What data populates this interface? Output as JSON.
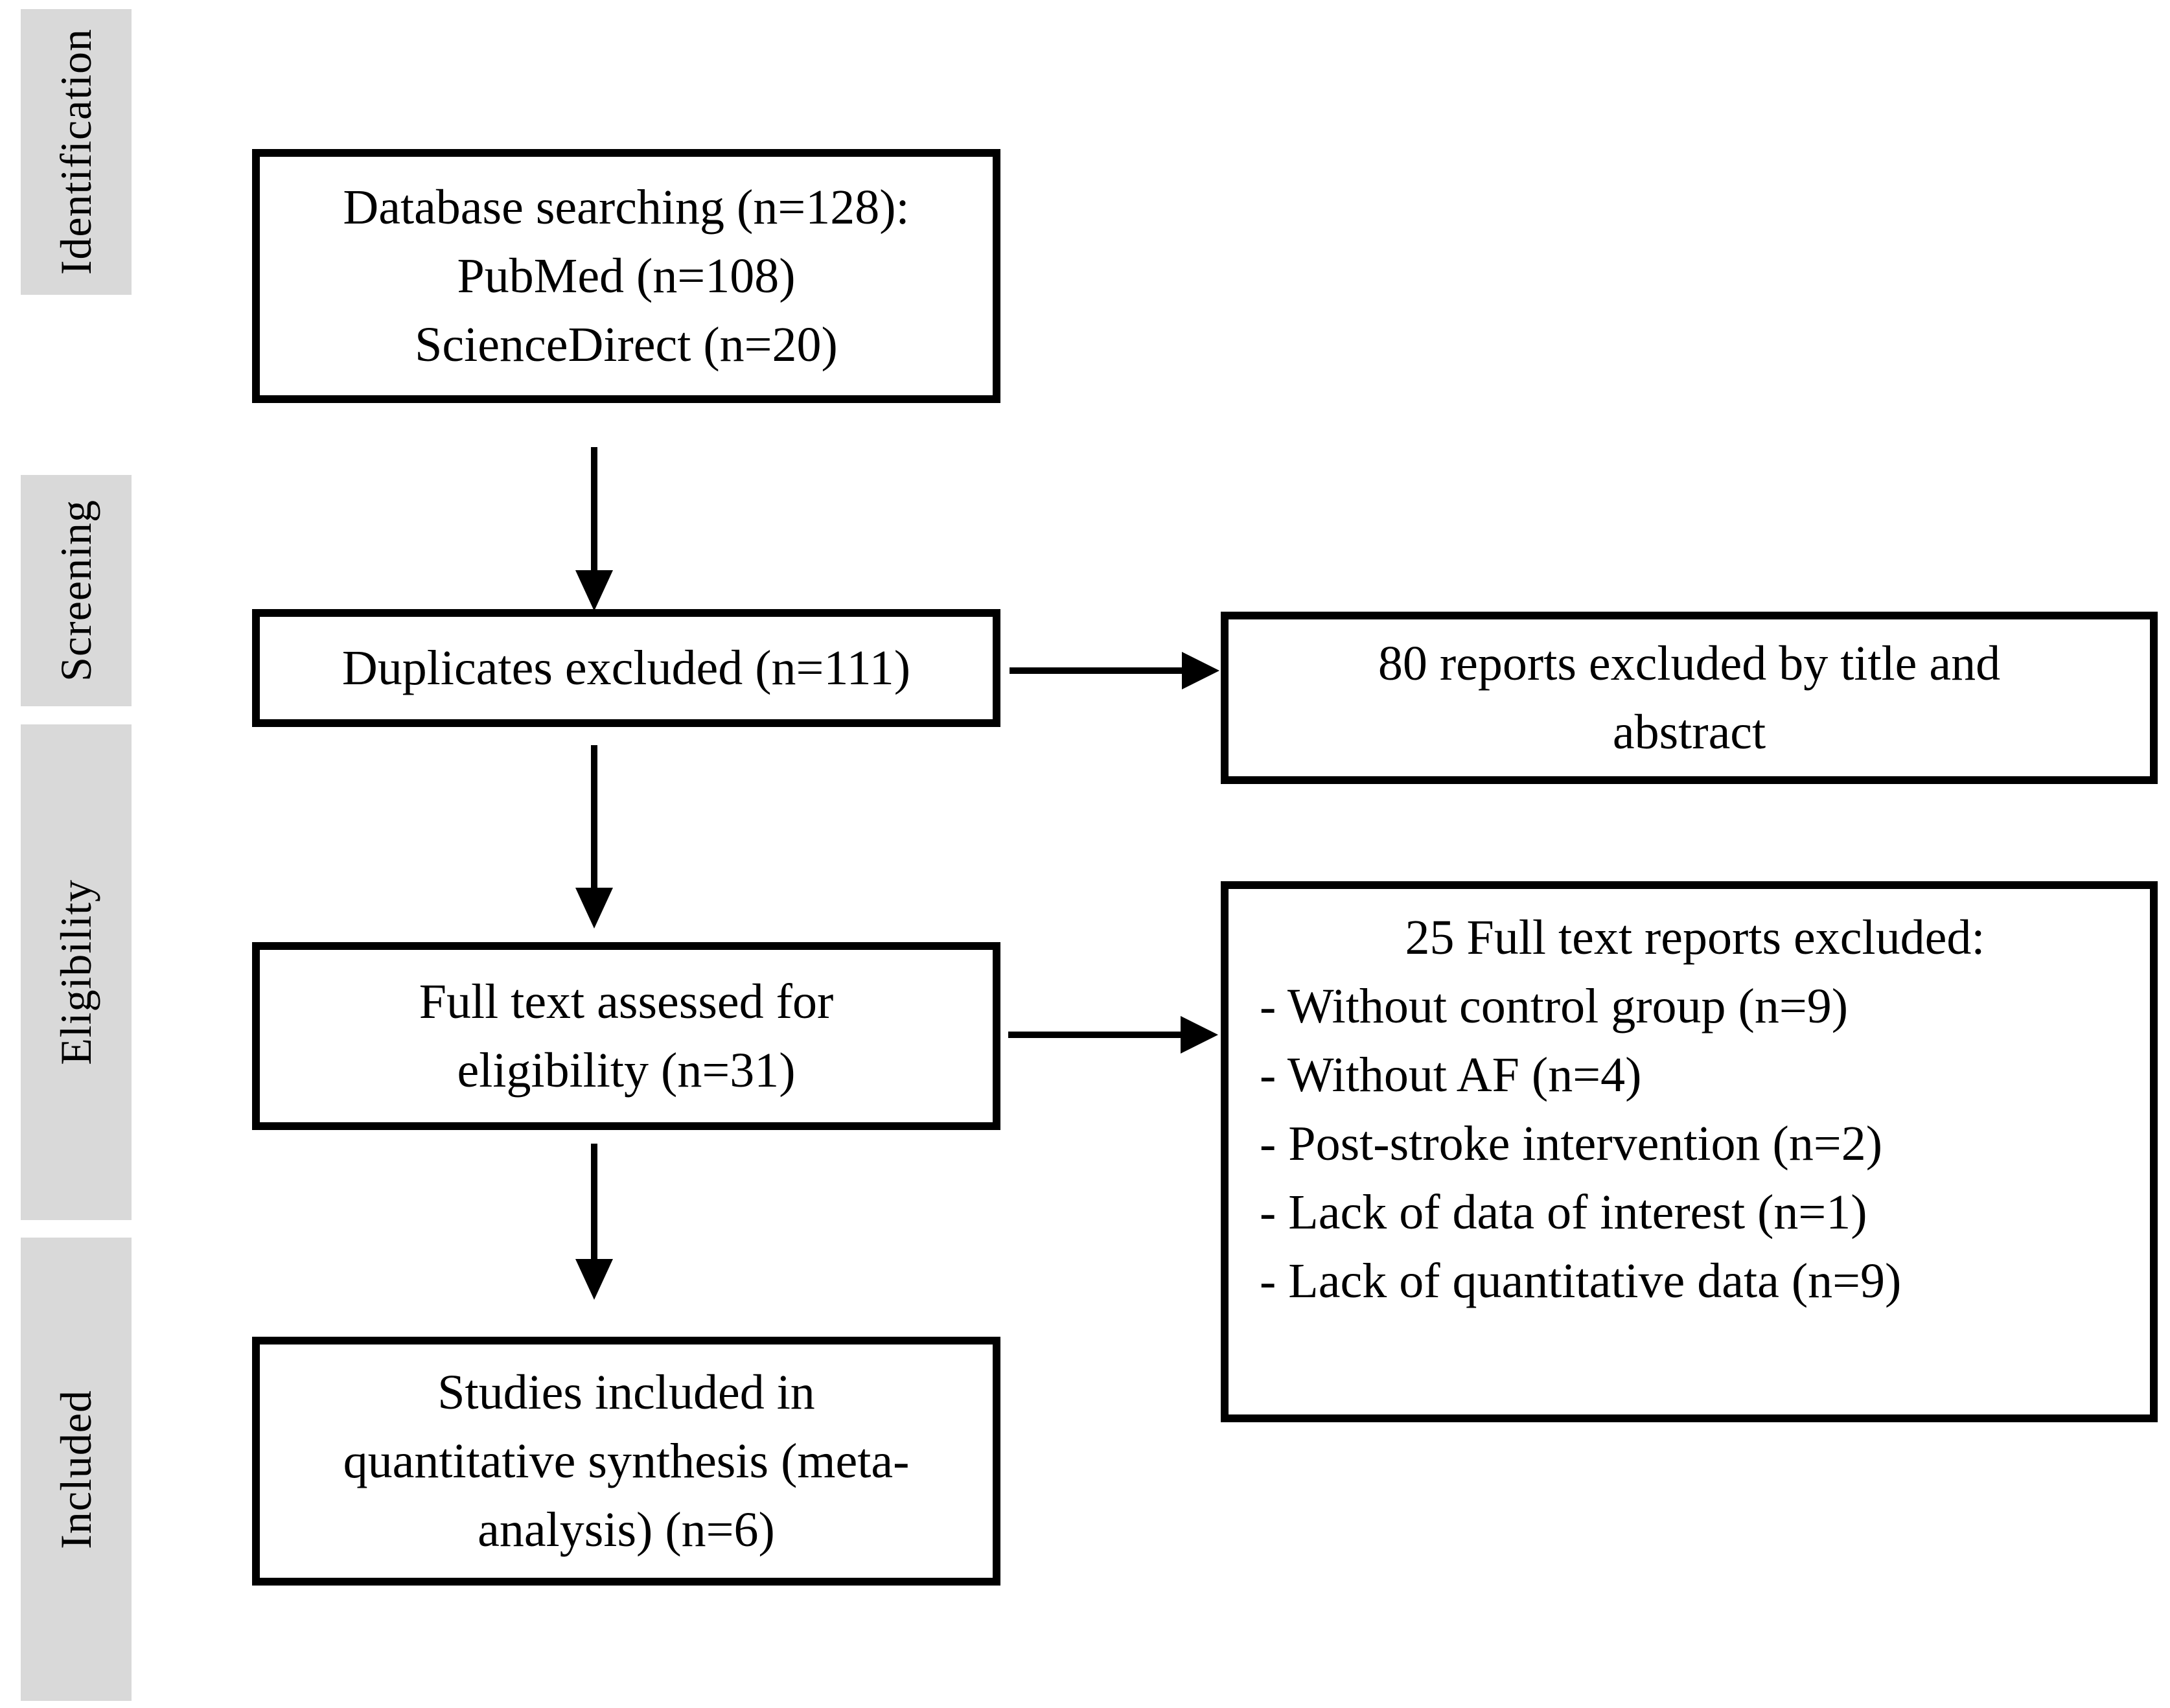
{
  "colors": {
    "stage_background": "#d9d9d9",
    "box_border": "#000000",
    "box_background": "#ffffff",
    "text": "#000000",
    "page_background": "#ffffff"
  },
  "stages": [
    {
      "label": "Identification"
    },
    {
      "label": "Screening"
    },
    {
      "label": "Eligibility"
    },
    {
      "label": "Included"
    }
  ],
  "flow": {
    "database_box": {
      "lines": [
        "Database searching (n=128):",
        "PubMed (n=108)",
        "ScienceDirect (n=20)"
      ]
    },
    "duplicates_box": {
      "lines": [
        "Duplicates excluded (n=111)"
      ]
    },
    "excluded_title_abstract_box": {
      "lines": [
        "80 reports excluded by title and",
        "abstract"
      ]
    },
    "fulltext_box": {
      "lines": [
        "Full text assessed for",
        "eligibility (n=31)"
      ]
    },
    "excluded_fulltext_box": {
      "heading": "25 Full text reports excluded:",
      "items": [
        "- Without control group (n=9)",
        "- Without AF (n=4)",
        "- Post-stroke intervention (n=2)",
        "- Lack of data of interest (n=1)",
        "- Lack of quantitative data (n=9)"
      ]
    },
    "included_box": {
      "lines": [
        "Studies included in",
        "quantitative synthesis (meta-",
        "analysis) (n=6)"
      ]
    }
  }
}
